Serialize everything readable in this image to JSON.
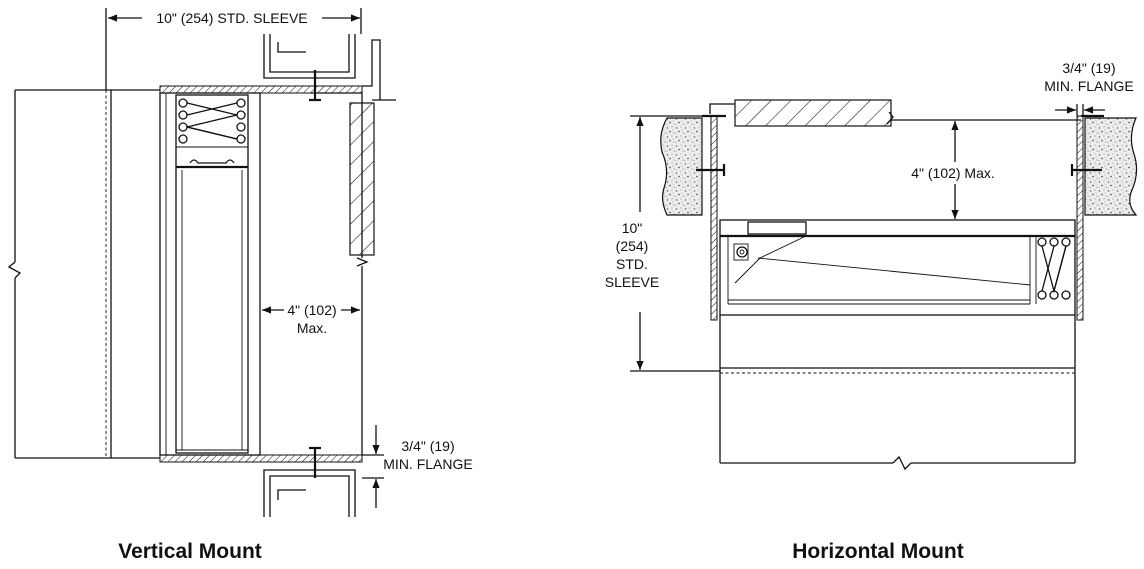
{
  "vertical_mount": {
    "caption": "Vertical Mount",
    "dim_sleeve": "10\" (254) STD. SLEEVE",
    "dim_max_line1": "4\" (102)",
    "dim_max_line2": "Max.",
    "dim_flange_line1": "3/4\" (19)",
    "dim_flange_line2": "MIN. FLANGE"
  },
  "horizontal_mount": {
    "caption": "Horizontal Mount",
    "dim_flange_line1": "3/4\" (19)",
    "dim_flange_line2": "MIN. FLANGE",
    "dim_max": "4\" (102) Max.",
    "dim_sleeve_line1": "10\"",
    "dim_sleeve_line2": "(254)",
    "dim_sleeve_line3": "STD.",
    "dim_sleeve_line4": "SLEEVE"
  }
}
